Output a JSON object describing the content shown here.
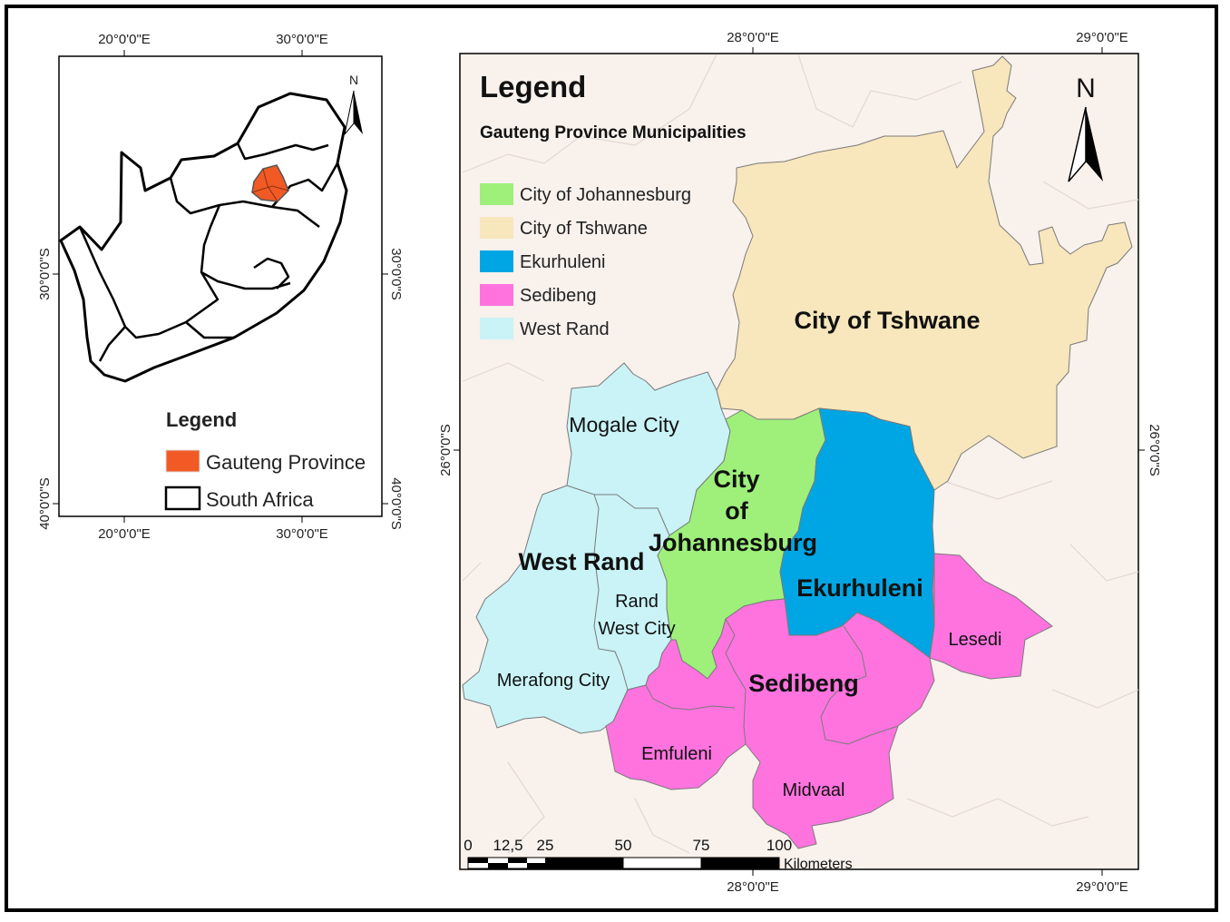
{
  "inset": {
    "coords": {
      "top_left": "20°0'0\"E",
      "top_right": "30°0'0\"E",
      "bottom_left": "20°0'0\"E",
      "bottom_right": "30°0'0\"E",
      "left_upper": "30°0'0\"S",
      "left_lower": "40°0'0\"S",
      "right_upper": "30°0'0\"S",
      "right_lower": "40°0'0\"S"
    },
    "north": "N",
    "legend": {
      "title": "Legend",
      "items": [
        {
          "label": "Gauteng Province",
          "color": "#f15a24"
        },
        {
          "label": "South Africa",
          "color": "#ffffff"
        }
      ]
    }
  },
  "main": {
    "coords": {
      "top_left": "28°0'0\"E",
      "top_right": "29°0'0\"E",
      "bottom_left": "28°0'0\"E",
      "bottom_right": "29°0'0\"E",
      "left": "26°0'0\"S",
      "right": "26°0'0\"S"
    },
    "north": "N",
    "legend": {
      "title": "Legend",
      "subtitle": "Gauteng Province Municipalities",
      "items": [
        {
          "label": "City of Johannesburg",
          "color": "#9ef07a"
        },
        {
          "label": "City of Tshwane",
          "color": "#f8e6bc"
        },
        {
          "label": "Ekurhuleni",
          "color": "#00a6e3"
        },
        {
          "label": "Sedibeng",
          "color": "#ff73df"
        },
        {
          "label": "West Rand",
          "color": "#c9f3f7"
        }
      ]
    },
    "region_labels": {
      "tshwane": "City of Tshwane",
      "joburg_1": "City",
      "joburg_2": "of",
      "joburg_3": "Johannesburg",
      "ekurhuleni": "Ekurhuleni",
      "sedibeng": "Sedibeng",
      "west_rand": "West Rand",
      "mogale": "Mogale City",
      "rand_west_1": "Rand",
      "rand_west_2": "West City",
      "merafong": "Merafong City",
      "emfuleni": "Emfuleni",
      "midvaal": "Midvaal",
      "lesedi": "Lesedi"
    },
    "scale_bar": {
      "ticks": [
        "0",
        "12,5",
        "25",
        "50",
        "75",
        "100"
      ],
      "unit": "Kilometers"
    }
  }
}
